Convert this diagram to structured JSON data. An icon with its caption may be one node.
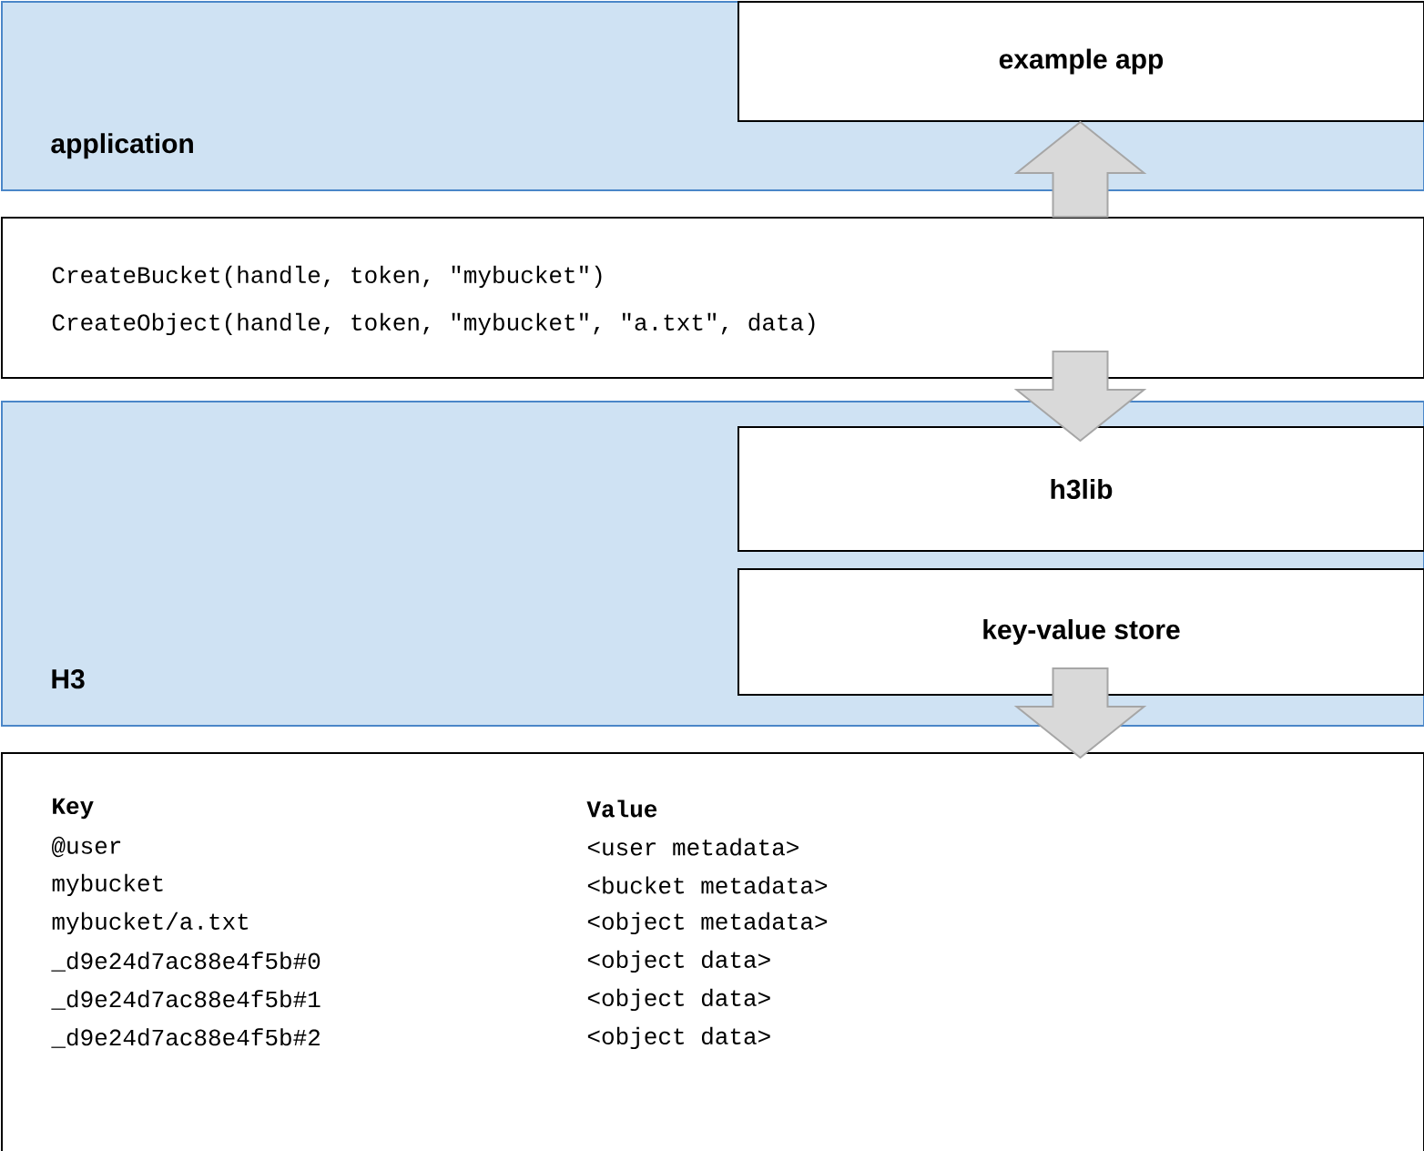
{
  "diagram": {
    "nodes": [
      {
        "text": [
          "application"
        ]
      },
      {
        "text": [
          "example app"
        ],
        "in": 0
      },
      {
        "text": [
          "CreateBucket(handle, token, \"mybucket\")",
          "CreateObject(handle, token, \"mybucket\", \"a.txt\", data)"
        ]
      },
      {
        "text": [
          "H3"
        ]
      },
      {
        "text": [
          "h3lib"
        ],
        "in": 3
      },
      {
        "text": [
          "key-value store"
        ],
        "in": 3
      },
      {
        "text": [
          "Key",
          "Value",
          "@user",
          "<user metadata>",
          "mybucket",
          "<bucket metadata>",
          "mybucket/a.txt",
          "<object metadata>",
          "_d9e24d7ac88e4f5b#0",
          "<object data>",
          "_d9e24d7ac88e4f5b#1",
          "<object data>",
          "_d9e24d7ac88e4f5b#2",
          "<object data>"
        ]
      }
    ],
    "edges": [
      {
        "from": 2,
        "to": 1,
        "arrow": "to"
      },
      {
        "from": 2,
        "to": 4,
        "arrow": "to"
      },
      {
        "from": 5,
        "to": 6,
        "arrow": "to"
      }
    ]
  }
}
